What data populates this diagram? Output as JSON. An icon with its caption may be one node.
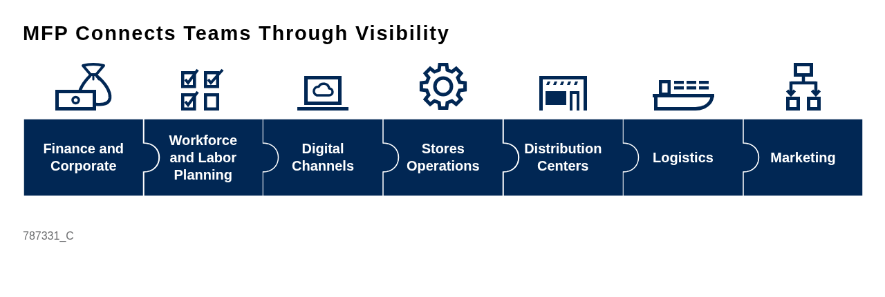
{
  "diagram": {
    "title": "MFP Connects Teams Through Visibility",
    "nodes": [
      {
        "text": [
          "Finance and Corporate"
        ]
      },
      {
        "text": [
          "Workforce and Labor Planning"
        ]
      },
      {
        "text": [
          "Digital Channels"
        ]
      },
      {
        "text": [
          "Stores Operations"
        ]
      },
      {
        "text": [
          "Distribution Centers"
        ]
      },
      {
        "text": [
          "Logistics"
        ]
      },
      {
        "text": [
          "Marketing"
        ]
      }
    ],
    "labels": [
      "787331_C"
    ]
  }
}
